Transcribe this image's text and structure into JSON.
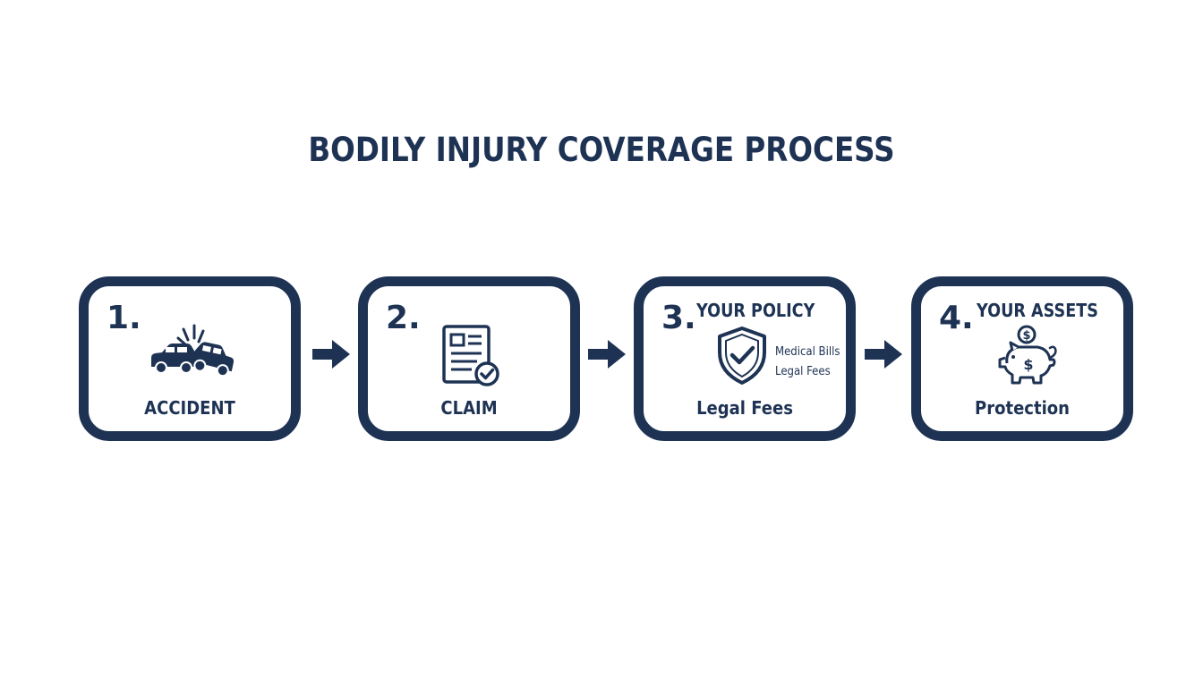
{
  "title": "BODILY INJURY COVERAGE PROCESS",
  "colors": {
    "primary": "#1e3354",
    "background": "#ffffff"
  },
  "steps": [
    {
      "number": "1.",
      "label": "ACCIDENT",
      "icon": "car-crash-icon"
    },
    {
      "number": "2.",
      "label": "CLAIM",
      "icon": "claim-document-icon"
    },
    {
      "number": "3.",
      "heading": "YOUR POLICY",
      "label": "Legal Fees",
      "icon": "shield-check-icon",
      "notes": [
        "Medical Bills",
        "Legal Fees"
      ]
    },
    {
      "number": "4.",
      "heading": "YOUR ASSETS",
      "label": "Protection",
      "icon": "piggy-bank-icon"
    }
  ],
  "connectors": [
    "arrow-right-icon",
    "arrow-right-icon",
    "arrow-right-icon"
  ]
}
